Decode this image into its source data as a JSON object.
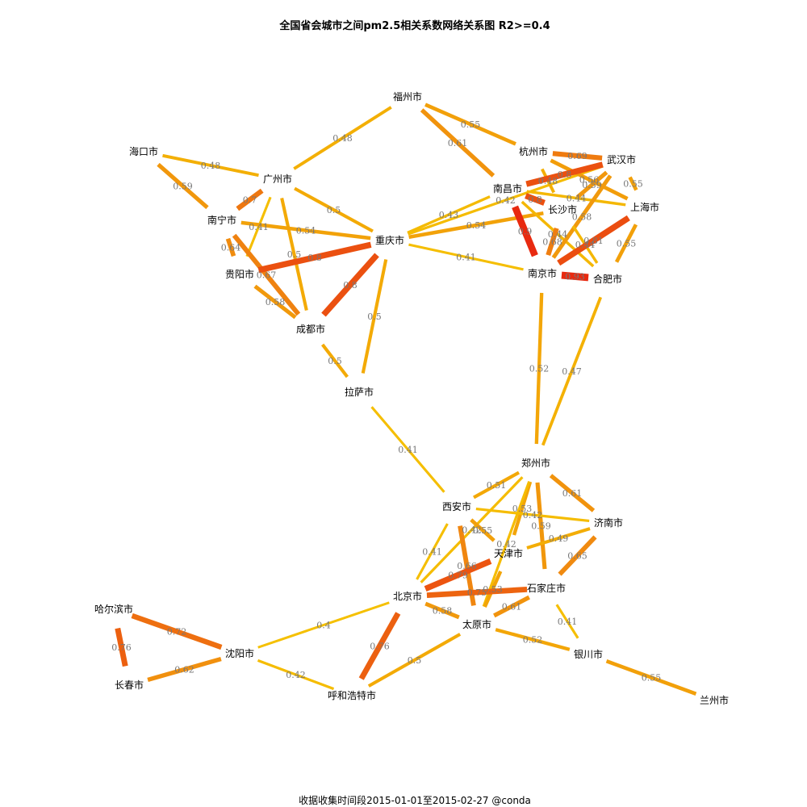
{
  "title": "全国省会城市之间pm2.5相关系数网络关系图 R2>=0.4",
  "caption": "收据收集时间段2015-01-01至2015-02-27 @conda",
  "color_scale": {
    "low": "#f5c000",
    "mid": "#f08a10",
    "high": "#e82a10"
  },
  "nodes": [
    {
      "id": "fuzhou",
      "label": "福州市"
    },
    {
      "id": "haikou",
      "label": "海口市"
    },
    {
      "id": "guangzhou",
      "label": "广州市"
    },
    {
      "id": "nanning",
      "label": "南宁市"
    },
    {
      "id": "guiyang",
      "label": "贵阳市"
    },
    {
      "id": "chengdu",
      "label": "成都市"
    },
    {
      "id": "chongqing",
      "label": "重庆市"
    },
    {
      "id": "lasa",
      "label": "拉萨市"
    },
    {
      "id": "hangzhou",
      "label": "杭州市"
    },
    {
      "id": "wuhan",
      "label": "武汉市"
    },
    {
      "id": "nanchang",
      "label": "南昌市"
    },
    {
      "id": "changsha",
      "label": "长沙市"
    },
    {
      "id": "shanghai",
      "label": "上海市"
    },
    {
      "id": "nanjing",
      "label": "南京市"
    },
    {
      "id": "hefei",
      "label": "合肥市"
    },
    {
      "id": "zhengzhou",
      "label": "郑州市"
    },
    {
      "id": "xian",
      "label": "西安市"
    },
    {
      "id": "jinan",
      "label": "济南市"
    },
    {
      "id": "tianjin",
      "label": "天津市"
    },
    {
      "id": "shijiazhuang",
      "label": "石家庄市"
    },
    {
      "id": "beijing",
      "label": "北京市"
    },
    {
      "id": "taiyuan",
      "label": "太原市"
    },
    {
      "id": "yinchuan",
      "label": "银川市"
    },
    {
      "id": "lanzhou",
      "label": "兰州市"
    },
    {
      "id": "haerbin",
      "label": "哈尔滨市"
    },
    {
      "id": "shenyang",
      "label": "沈阳市"
    },
    {
      "id": "changchun",
      "label": "长春市"
    },
    {
      "id": "huhehaote",
      "label": "呼和浩特市"
    }
  ],
  "edges": [
    {
      "source": "fuzhou",
      "target": "guangzhou",
      "value": 0.48,
      "label": "0.48"
    },
    {
      "source": "fuzhou",
      "target": "hangzhou",
      "value": 0.55,
      "label": "0.55"
    },
    {
      "source": "fuzhou",
      "target": "nanchang",
      "value": 0.61,
      "label": "0.61"
    },
    {
      "source": "haikou",
      "target": "guangzhou",
      "value": 0.48,
      "label": "0.48"
    },
    {
      "source": "haikou",
      "target": "nanning",
      "value": 0.59,
      "label": "0.59"
    },
    {
      "source": "guangzhou",
      "target": "nanning",
      "value": 0.7,
      "label": "0.7"
    },
    {
      "source": "guangzhou",
      "target": "chongqing",
      "value": 0.5,
      "label": "0.5"
    },
    {
      "source": "guangzhou",
      "target": "guiyang",
      "value": 0.41,
      "label": "0.41"
    },
    {
      "source": "guangzhou",
      "target": "chengdu",
      "value": 0.5,
      "label": "0.5"
    },
    {
      "source": "nanning",
      "target": "chongqing",
      "value": 0.54,
      "label": "0.54"
    },
    {
      "source": "nanning",
      "target": "guiyang",
      "value": 0.64,
      "label": "0.64"
    },
    {
      "source": "nanning",
      "target": "chengdu",
      "value": 0.67,
      "label": "0.67"
    },
    {
      "source": "guiyang",
      "target": "chongqing",
      "value": 0.8,
      "label": "0.8"
    },
    {
      "source": "guiyang",
      "target": "chengdu",
      "value": 0.58,
      "label": "0.58"
    },
    {
      "source": "chengdu",
      "target": "chongqing",
      "value": 0.8,
      "label": "0.8"
    },
    {
      "source": "chengdu",
      "target": "lasa",
      "value": 0.5,
      "label": "0.5"
    },
    {
      "source": "chongqing",
      "target": "lasa",
      "value": 0.5,
      "label": "0.5"
    },
    {
      "source": "chongqing",
      "target": "nanchang",
      "value": 0.43,
      "label": "0.43"
    },
    {
      "source": "chongqing",
      "target": "changsha",
      "value": 0.54,
      "label": "0.54"
    },
    {
      "source": "chongqing",
      "target": "wuhan",
      "value": 0.42,
      "label": "0.42"
    },
    {
      "source": "chongqing",
      "target": "nanjing",
      "value": 0.41,
      "label": "0.41"
    },
    {
      "source": "hangzhou",
      "target": "wuhan",
      "value": 0.69,
      "label": "0.69"
    },
    {
      "source": "hangzhou",
      "target": "shanghai",
      "value": 0.56,
      "label": "0.56"
    },
    {
      "source": "hangzhou",
      "target": "changsha",
      "value": 0.48,
      "label": "0.48"
    },
    {
      "source": "nanchang",
      "target": "wuhan",
      "value": 0.8,
      "label": "0.8"
    },
    {
      "source": "nanchang",
      "target": "changsha",
      "value": 0.8,
      "label": "0.8"
    },
    {
      "source": "nanchang",
      "target": "shanghai",
      "value": 0.44,
      "label": "0.44"
    },
    {
      "source": "nanchang",
      "target": "nanjing",
      "value": 0.9,
      "label": "0.9"
    },
    {
      "source": "nanchang",
      "target": "hefei",
      "value": 0.44,
      "label": "0.44"
    },
    {
      "source": "wuhan",
      "target": "changsha",
      "value": 0.59,
      "label": "0.59"
    },
    {
      "source": "wuhan",
      "target": "shanghai",
      "value": 0.55,
      "label": "0.55"
    },
    {
      "source": "wuhan",
      "target": "nanjing",
      "value": 0.58,
      "label": "0.58"
    },
    {
      "source": "changsha",
      "target": "nanjing",
      "value": 0.68,
      "label": "0.68"
    },
    {
      "source": "changsha",
      "target": "hefei",
      "value": 0.44,
      "label": "0.44"
    },
    {
      "source": "shanghai",
      "target": "nanjing",
      "value": 0.81,
      "label": "0.81"
    },
    {
      "source": "shanghai",
      "target": "hefei",
      "value": 0.55,
      "label": "0.55"
    },
    {
      "source": "nanjing",
      "target": "hefei",
      "value": 0.93,
      "label": "0.93"
    },
    {
      "source": "nanjing",
      "target": "zhengzhou",
      "value": 0.52,
      "label": "0.52"
    },
    {
      "source": "hefei",
      "target": "zhengzhou",
      "value": 0.47,
      "label": "0.47"
    },
    {
      "source": "lasa",
      "target": "xian",
      "value": 0.41,
      "label": "0.41"
    },
    {
      "source": "zhengzhou",
      "target": "xian",
      "value": 0.51,
      "label": "0.51"
    },
    {
      "source": "zhengzhou",
      "target": "jinan",
      "value": 0.61,
      "label": "0.61"
    },
    {
      "source": "zhengzhou",
      "target": "tianjin",
      "value": 0.53,
      "label": "0.53"
    },
    {
      "source": "zhengzhou",
      "target": "beijing",
      "value": 0.42,
      "label": "0.42"
    },
    {
      "source": "zhengzhou",
      "target": "shijiazhuang",
      "value": 0.59,
      "label": "0.59"
    },
    {
      "source": "zhengzhou",
      "target": "taiyuan",
      "value": 0.42,
      "label": "0.42"
    },
    {
      "source": "xian",
      "target": "jinan",
      "value": 0.42,
      "label": "0.42"
    },
    {
      "source": "xian",
      "target": "tianjin",
      "value": 0.55,
      "label": "0.55"
    },
    {
      "source": "xian",
      "target": "beijing",
      "value": 0.41,
      "label": "0.41"
    },
    {
      "source": "xian",
      "target": "taiyuan",
      "value": 0.66,
      "label": "0.66"
    },
    {
      "source": "jinan",
      "target": "tianjin",
      "value": 0.49,
      "label": "0.49"
    },
    {
      "source": "jinan",
      "target": "shijiazhuang",
      "value": 0.65,
      "label": "0.65"
    },
    {
      "source": "tianjin",
      "target": "beijing",
      "value": 0.79,
      "label": "0.79"
    },
    {
      "source": "tianjin",
      "target": "taiyuan",
      "value": 0.53,
      "label": "0.53"
    },
    {
      "source": "shijiazhuang",
      "target": "beijing",
      "value": 0.75,
      "label": "0.75"
    },
    {
      "source": "shijiazhuang",
      "target": "taiyuan",
      "value": 0.61,
      "label": "0.61"
    },
    {
      "source": "shijiazhuang",
      "target": "yinchuan",
      "value": 0.41,
      "label": "0.41"
    },
    {
      "source": "beijing",
      "target": "taiyuan",
      "value": 0.58,
      "label": "0.58"
    },
    {
      "source": "beijing",
      "target": "shenyang",
      "value": 0.4,
      "label": "0.4"
    },
    {
      "source": "beijing",
      "target": "huhehaote",
      "value": 0.76,
      "label": "0.76"
    },
    {
      "source": "taiyuan",
      "target": "huhehaote",
      "value": 0.5,
      "label": "0.5"
    },
    {
      "source": "taiyuan",
      "target": "yinchuan",
      "value": 0.52,
      "label": "0.52"
    },
    {
      "source": "yinchuan",
      "target": "lanzhou",
      "value": 0.55,
      "label": "0.55"
    },
    {
      "source": "haerbin",
      "target": "shenyang",
      "value": 0.72,
      "label": "0.72"
    },
    {
      "source": "haerbin",
      "target": "changchun",
      "value": 0.76,
      "label": "0.76"
    },
    {
      "source": "changchun",
      "target": "shenyang",
      "value": 0.62,
      "label": "0.62"
    },
    {
      "source": "shenyang",
      "target": "huhehaote",
      "value": 0.42,
      "label": "0.42"
    }
  ]
}
